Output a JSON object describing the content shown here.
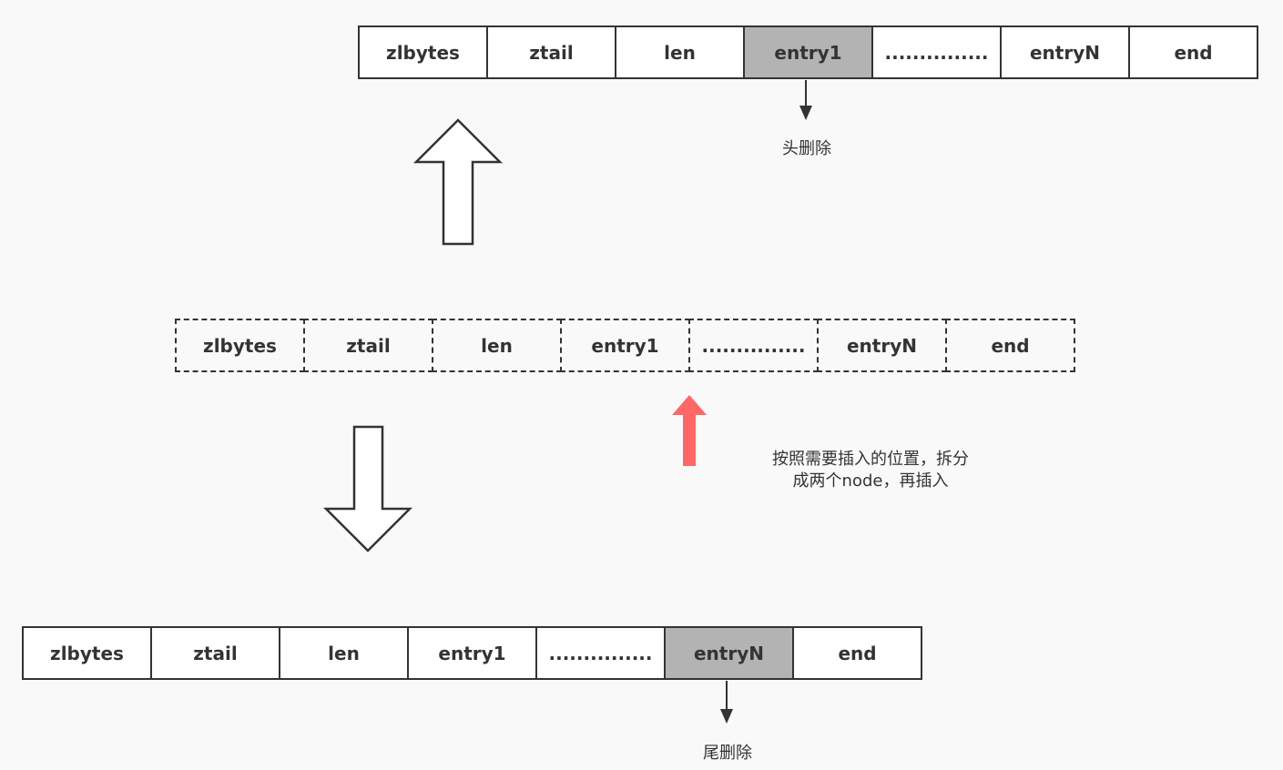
{
  "top_row": {
    "cells": [
      "zlbytes",
      "ztail",
      "len",
      "entry1",
      "...............",
      "entryN",
      "end"
    ],
    "highlighted": "entry1"
  },
  "middle_row": {
    "cells": [
      "zlbytes",
      "ztail",
      "len",
      "entry1",
      "...............",
      "entryN",
      "end"
    ]
  },
  "bottom_row": {
    "cells": [
      "zlbytes",
      "ztail",
      "len",
      "entry1",
      "...............",
      "entryN",
      "end"
    ],
    "highlighted": "entryN"
  },
  "labels": {
    "head_delete": "头删除",
    "tail_delete": "尾删除",
    "insert_note_line1": "按照需要插入的位置，拆分",
    "insert_note_line2": "成两个node，再插入"
  },
  "colors": {
    "highlight": "#b3b3b3",
    "insert_arrow": "#ff6666",
    "stroke": "#333333"
  }
}
